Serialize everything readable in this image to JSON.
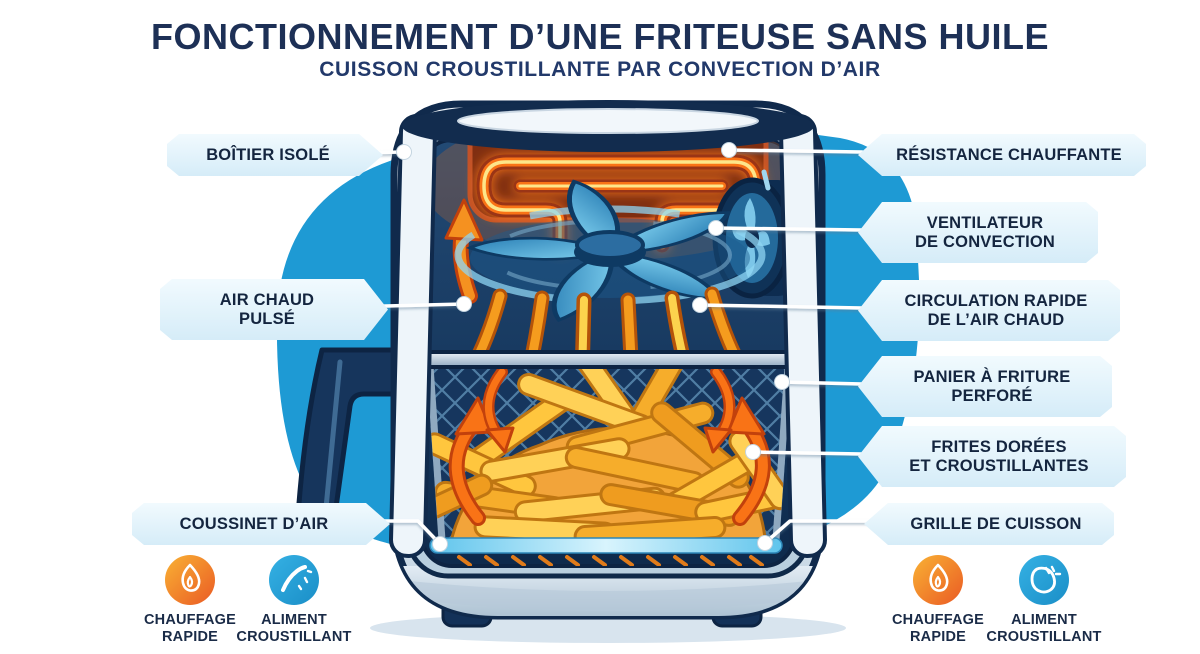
{
  "header": {
    "title": "FONCTIONNEMENT D’UNE FRITEUSE SANS HUILE",
    "subtitle": "CUISSON CROUSTILLANTE PAR CONVECTION D’AIR"
  },
  "labels": {
    "left": [
      {
        "id": "boitier-isole",
        "text": "BOÎTIER ISOLÉ"
      },
      {
        "id": "air-chaud-pulse",
        "text": "AIR CHAUD\nPULSÉ"
      },
      {
        "id": "coussinet-air",
        "text": "COUSSINET D’AIR"
      }
    ],
    "right": [
      {
        "id": "resistance-chauffante",
        "text": "RÉSISTANCE CHAUFFANTE"
      },
      {
        "id": "ventilateur-convection",
        "text": "VENTILATEUR\nDE CONVECTION"
      },
      {
        "id": "circulation-rapide",
        "text": "CIRCULATION RAPIDE\nDE L’AIR CHAUD"
      },
      {
        "id": "panier-friture",
        "text": "PANIER À FRITURE\nPERFORÉ"
      },
      {
        "id": "frites-dorees",
        "text": "FRITES DORÉES\nET CROUSTILLANTES"
      },
      {
        "id": "grille-cuisson",
        "text": "GRILLE DE CUISSON"
      }
    ]
  },
  "features": {
    "left": [
      {
        "icon": "flame-icon",
        "label": "CHAUFFAGE\nRAPIDE"
      },
      {
        "icon": "crispy-food-icon",
        "label": "ALIMENT\nCROUSTILLANT"
      }
    ],
    "right": [
      {
        "icon": "flame-icon",
        "label": "CHAUFFAGE\nRAPIDE"
      },
      {
        "icon": "crispy-food-icon",
        "label": "ALIMENT\nCROUSTILLANT"
      }
    ]
  },
  "colors": {
    "background_blob": "#1e9ad4",
    "label_fill": "#d9eef9",
    "text_navy": "#1d3056",
    "heating_orange": "#f97316",
    "heating_glow": "#fdba74",
    "fan_blue": "#3f9fd4",
    "fries_gold": "#f7b02f",
    "arrow_orange": "#f59120",
    "flame_badge": "#ef5a24",
    "crispy_badge": "#1f9cd3"
  }
}
